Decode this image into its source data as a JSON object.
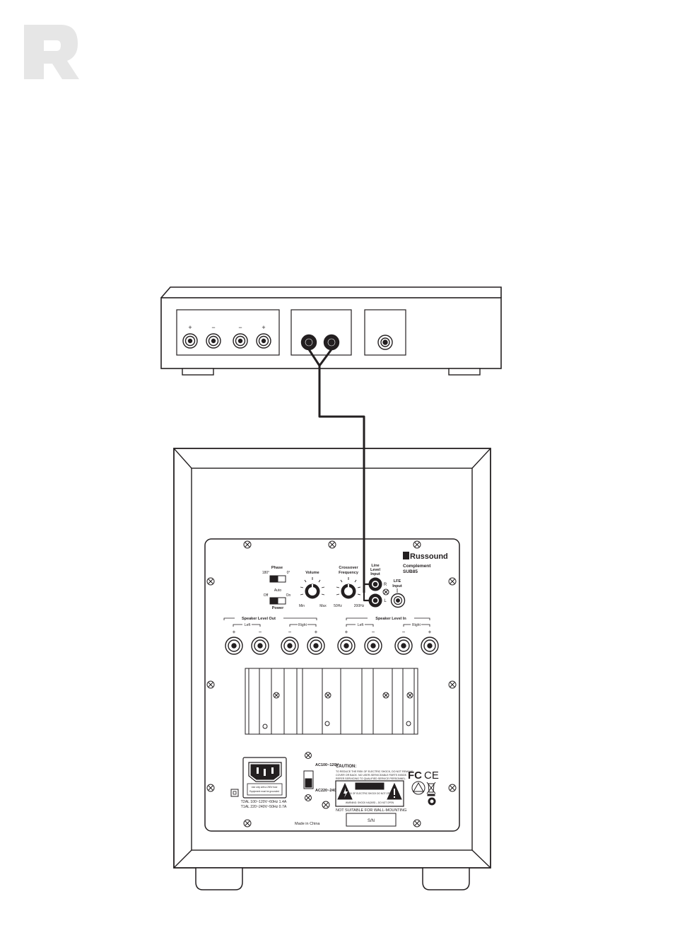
{
  "logo": {
    "letter": "R"
  },
  "amplifier": {
    "speaker_terminal_polarities": [
      "+",
      "−",
      "−",
      "+"
    ]
  },
  "subwoofer": {
    "brand": "Russound",
    "model_line1": "Complement",
    "model_line2": "SUB85",
    "phase": {
      "label": "Phase",
      "opt_180": "180°",
      "opt_0": "0°"
    },
    "power": {
      "label": "Power",
      "auto": "Auto",
      "off": "Off",
      "on": "On"
    },
    "volume": {
      "label": "Volume",
      "min": "Min",
      "max": "Max"
    },
    "crossover": {
      "label1": "Crossover",
      "label2": "Frequency",
      "low": "50Hz",
      "high": "200Hz"
    },
    "line_input": {
      "label1": "Line",
      "label2": "Level",
      "label3": "Input",
      "r": "R",
      "l": "L"
    },
    "lfe": {
      "label1": "LFE",
      "label2": "Input"
    },
    "speaker_out": {
      "label": "Speaker Level Out",
      "left": "Left",
      "right": "Right",
      "polarities": [
        "+",
        "−",
        "−",
        "+"
      ]
    },
    "speaker_in": {
      "label": "Speaker Level In",
      "left": "Left",
      "right": "Right",
      "polarities": [
        "+",
        "−",
        "−",
        "+"
      ]
    },
    "voltage_upper": "AC100~120V~",
    "voltage_lower": "AC220~240V~",
    "fuse_line1": "T2AL 100~120V~60Hz 1.4A",
    "fuse_line2": "T1AL 220~240V~50Hz 0.7A",
    "socket_warn1": "Use only with a 250V fuse",
    "socket_warn2": "Equipment must be grounded",
    "caution_title": "CAUTION:",
    "caution_text1": "TO REDUCE THE RISK OF ELECTRIC SHOCK, DO NOT REMOVE",
    "caution_text2": "COVER OR BACK. NO USER-SERVICEABLE PARTS INSIDE.",
    "caution_text3": "REFER SERVICING TO QUALIFIED SERVICE PERSONNEL.",
    "caution_box": "CAUTION",
    "caution_sub": "RISK OF ELECTRIC SHOCK DO NOT OPEN",
    "warning_text": "WARNING: SHOCK HAZARD – DO NOT OPEN",
    "wall_warning": "NOT SUITABLE FOR WALL-MOUNTING",
    "fcc": "FC",
    "ce": "CE",
    "made_in": "Made in China",
    "serial": "S/N"
  }
}
